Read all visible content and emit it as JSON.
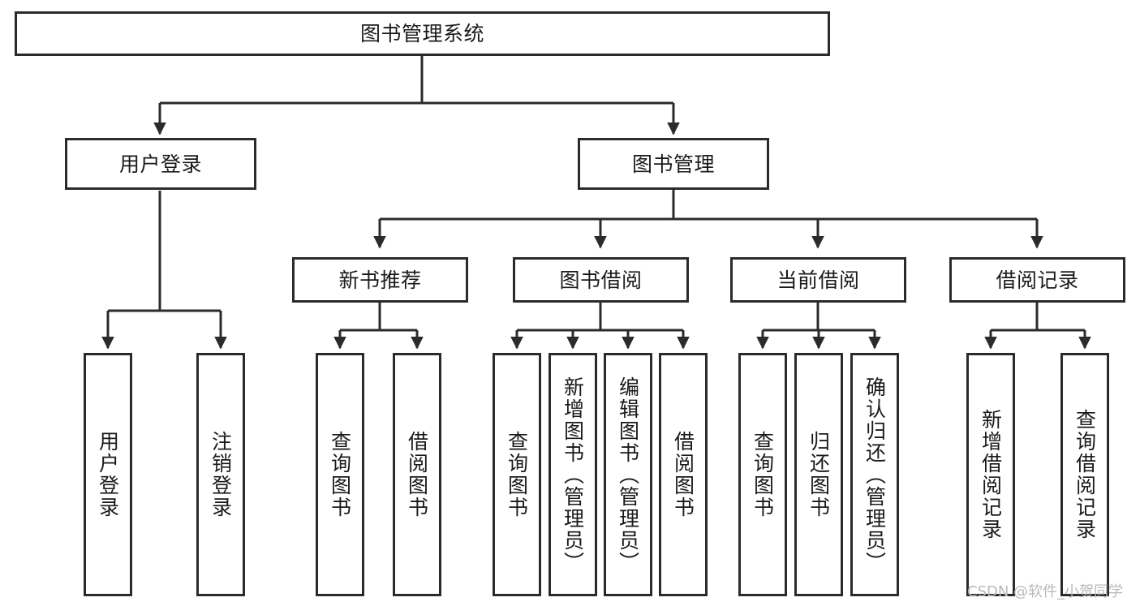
{
  "diagram": {
    "title": "图书管理系统",
    "type": "tree-hierarchy",
    "background_color": "#ffffff",
    "line_color": "#2b2b2b",
    "box_border_color": "#2b2b2b",
    "box_fill_color": "#ffffff",
    "text_color": "#1a1a1a"
  },
  "nodes": {
    "root": {
      "label": "图书管理系统"
    },
    "level2": [
      {
        "label": "用户登录"
      },
      {
        "label": "图书管理"
      }
    ],
    "level3": [
      {
        "label": "新书推荐"
      },
      {
        "label": "图书借阅"
      },
      {
        "label": "当前借阅"
      },
      {
        "label": "借阅记录"
      }
    ],
    "leaves_user_login": [
      {
        "label": "用户登录"
      },
      {
        "label": "注销登录"
      }
    ],
    "leaves_new_book": [
      {
        "label": "查询图书"
      },
      {
        "label": "借阅图书"
      }
    ],
    "leaves_borrow": [
      {
        "label": "查询图书"
      },
      {
        "label": "新增图书（管理员）"
      },
      {
        "label": "编辑图书（管理员）"
      },
      {
        "label": "借阅图书"
      }
    ],
    "leaves_current": [
      {
        "label": "查询图书"
      },
      {
        "label": "归还图书"
      },
      {
        "label": "确认归还（管理员）"
      }
    ],
    "leaves_records": [
      {
        "label": "新增借阅记录"
      },
      {
        "label": "查询借阅记录"
      }
    ]
  },
  "watermark": {
    "text": "CSDN @软件_小贺同学"
  }
}
